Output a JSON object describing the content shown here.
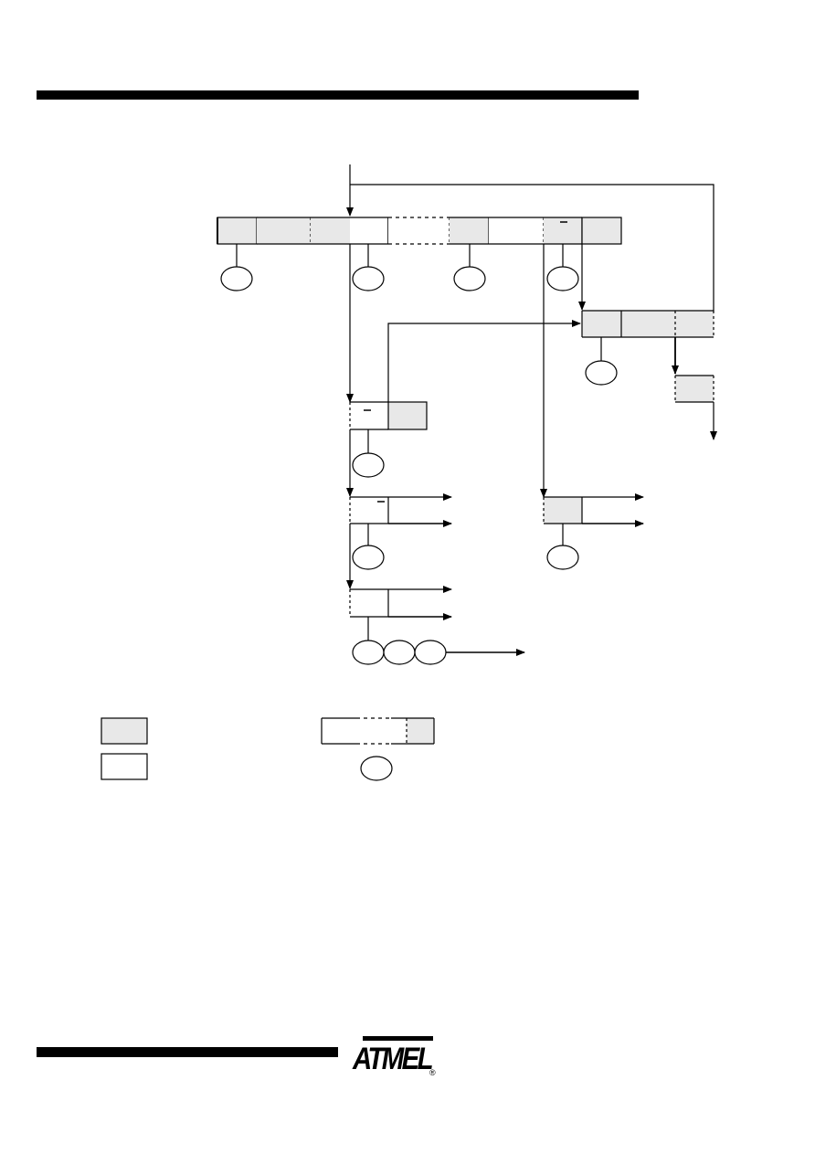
{
  "header": {
    "rule_color": "#000000"
  },
  "figure": {
    "shaded_fill": "#e8e8e8",
    "stroke_color": "#000000",
    "legend": {
      "shaded_box": "shaded",
      "white_box": "white",
      "combined_box": "white-dashed-shaded",
      "oval": "oval"
    }
  },
  "footer": {
    "rule_color": "#000000",
    "logo": {
      "name": "atmel-logo",
      "text": "ATMEL",
      "registered_mark": "®"
    }
  }
}
